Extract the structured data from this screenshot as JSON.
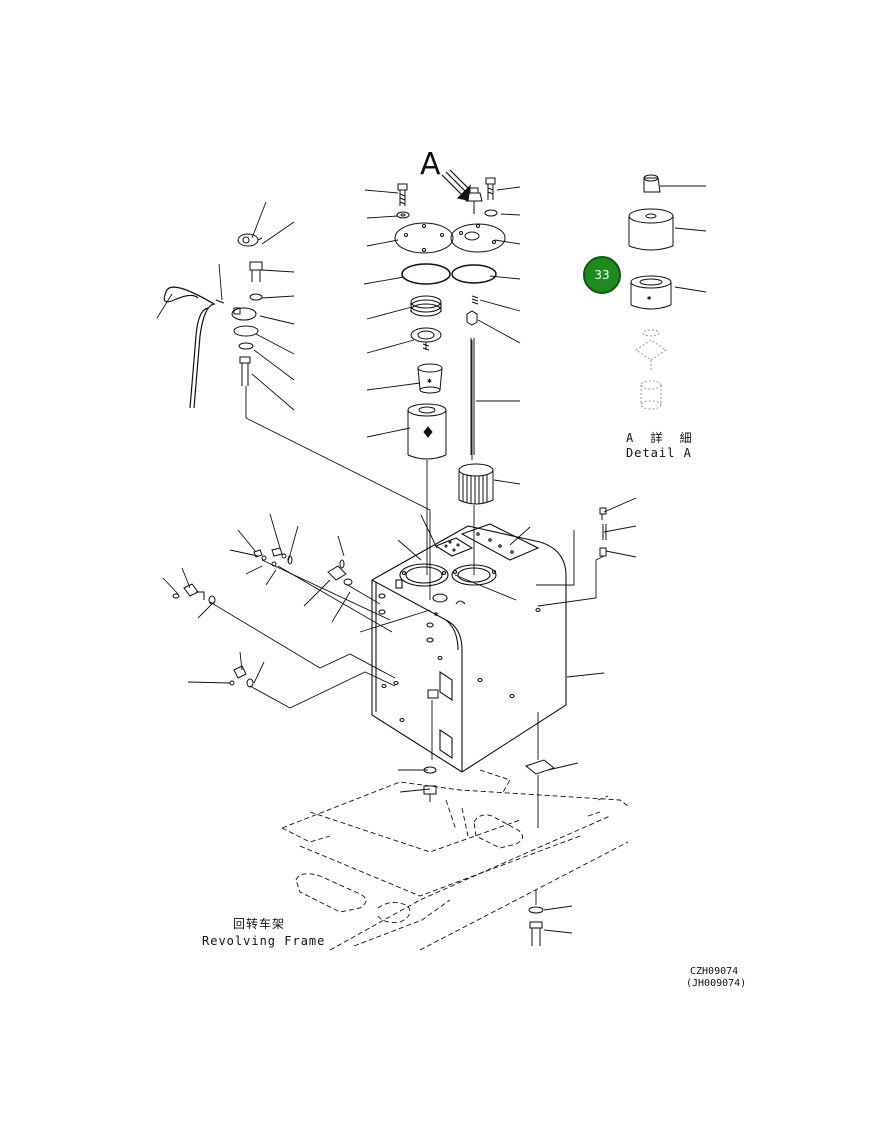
{
  "labels": {
    "view_letter": "A",
    "detail_jp": "A 詳 細",
    "detail_en": "Detail A",
    "frame_jp": "回转车架",
    "frame_en": "Revolving Frame",
    "drawing_code": "CZH09074",
    "drawing_code_alt": "(JH009074)"
  },
  "badge": {
    "number": "33",
    "color": "#1f8a1f"
  },
  "colors": {
    "line": "#111111",
    "faint": "#999999",
    "background": "#ffffff"
  }
}
